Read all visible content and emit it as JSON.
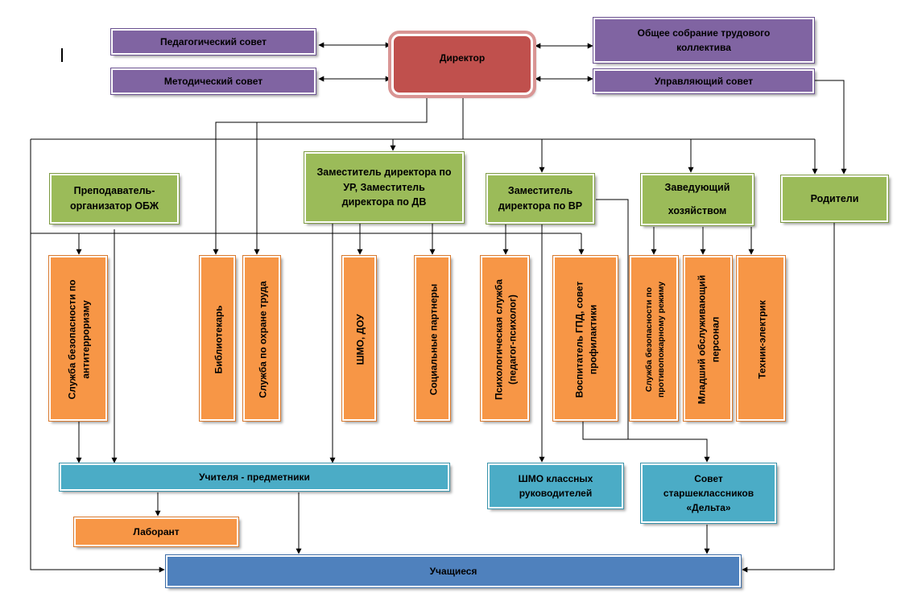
{
  "top": {
    "ped_council": "Педагогический совет",
    "method_council": "Методический совет",
    "director": "Директор",
    "general_meeting_line1": "Общее собрание трудового",
    "general_meeting_line2": "коллектива",
    "managing_council": "Управляющий совет"
  },
  "middle": {
    "teacher_obzh_line1": "Преподаватель-",
    "teacher_obzh_line2": "организатор ОБЖ",
    "deputy_ur_line1": "Заместитель директора по",
    "deputy_ur_line2": "УР, Заместитель",
    "deputy_ur_line3": "директора по ДВ",
    "deputy_vr_line1": "Заместитель",
    "deputy_vr_line2": "директора по ВР",
    "head_household_line1": "Заведующий",
    "head_household_line2": "хозяйством",
    "parents": "Родители"
  },
  "services": {
    "antiterror_line1": "Служба безопасности по",
    "antiterror_line2": "антитерроризму",
    "librarian": "Библиотекарь",
    "labor_safety": "Служба по охране труда",
    "shmo_dou": "ШМО, ДОУ",
    "social_partners": "Социальные партнеры",
    "psych_line1": "Психологическая служба",
    "psych_line2": "(педагог-психолог)",
    "gpd_line1": "Воспитатель ГПД, совет",
    "gpd_line2": "профилактики",
    "fire_line1": "Служба безопасности по",
    "fire_line2": "противопожарному режиму",
    "junior_staff_line1": "Младший обслуживающий",
    "junior_staff_line2": "персонал",
    "electrician": "Техник-электрик"
  },
  "bottom": {
    "subject_teachers": "Учителя - предметники",
    "lab_assistant": "Лаборант",
    "shmo_class_line1": "ШМО классных",
    "shmo_class_line2": "руководителей",
    "senior_council_line1": "Совет",
    "senior_council_line2": "старшеклассников",
    "senior_council_line3": "«Дельта»",
    "students": "Учащиеся"
  },
  "colors": {
    "council": "#8064a2",
    "director": "#c0504d",
    "deputy": "#9bbb59",
    "service": "#f79646",
    "group": "#4bacc6",
    "students": "#4f81bd"
  }
}
